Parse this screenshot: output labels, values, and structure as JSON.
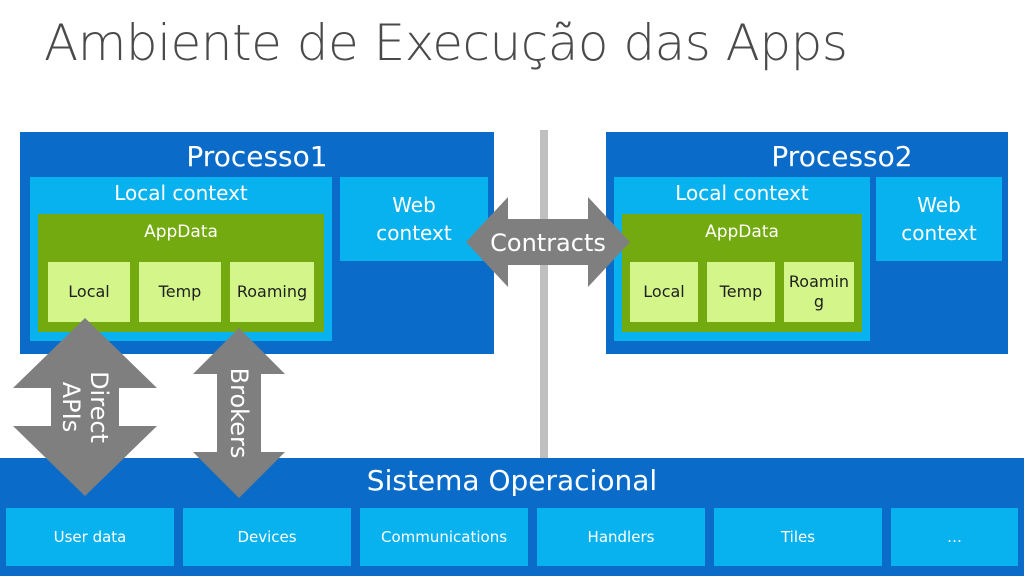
{
  "title": "Ambiente de Execução das Apps",
  "process1": {
    "title": "Processo1",
    "local_context": "Local context",
    "appdata": "AppData",
    "stores": [
      "Local",
      "Temp",
      "Roaming"
    ],
    "web_context_line1": "Web",
    "web_context_line2": "context"
  },
  "process2": {
    "title": "Processo2",
    "local_context": "Local context",
    "appdata": "AppData",
    "stores": [
      "Local",
      "Temp"
    ],
    "roaming_line1": "Roamin",
    "roaming_line2": "g",
    "web_context_line1": "Web",
    "web_context_line2": "context"
  },
  "contracts": "Contracts",
  "direct_apis_line1": "Direct",
  "direct_apis_line2": "APIs",
  "brokers": "Brokers",
  "os": {
    "title": "Sistema Operacional",
    "tiles": [
      "User data",
      "Devices",
      "Communications",
      "Handlers",
      "Tiles",
      "…"
    ]
  },
  "colors": {
    "dark_blue": "#0a6cc8",
    "light_blue": "#08b2ee",
    "green": "#73aa0f",
    "light_green": "#d3f58a",
    "arrow_gray": "#7f7f7f"
  }
}
